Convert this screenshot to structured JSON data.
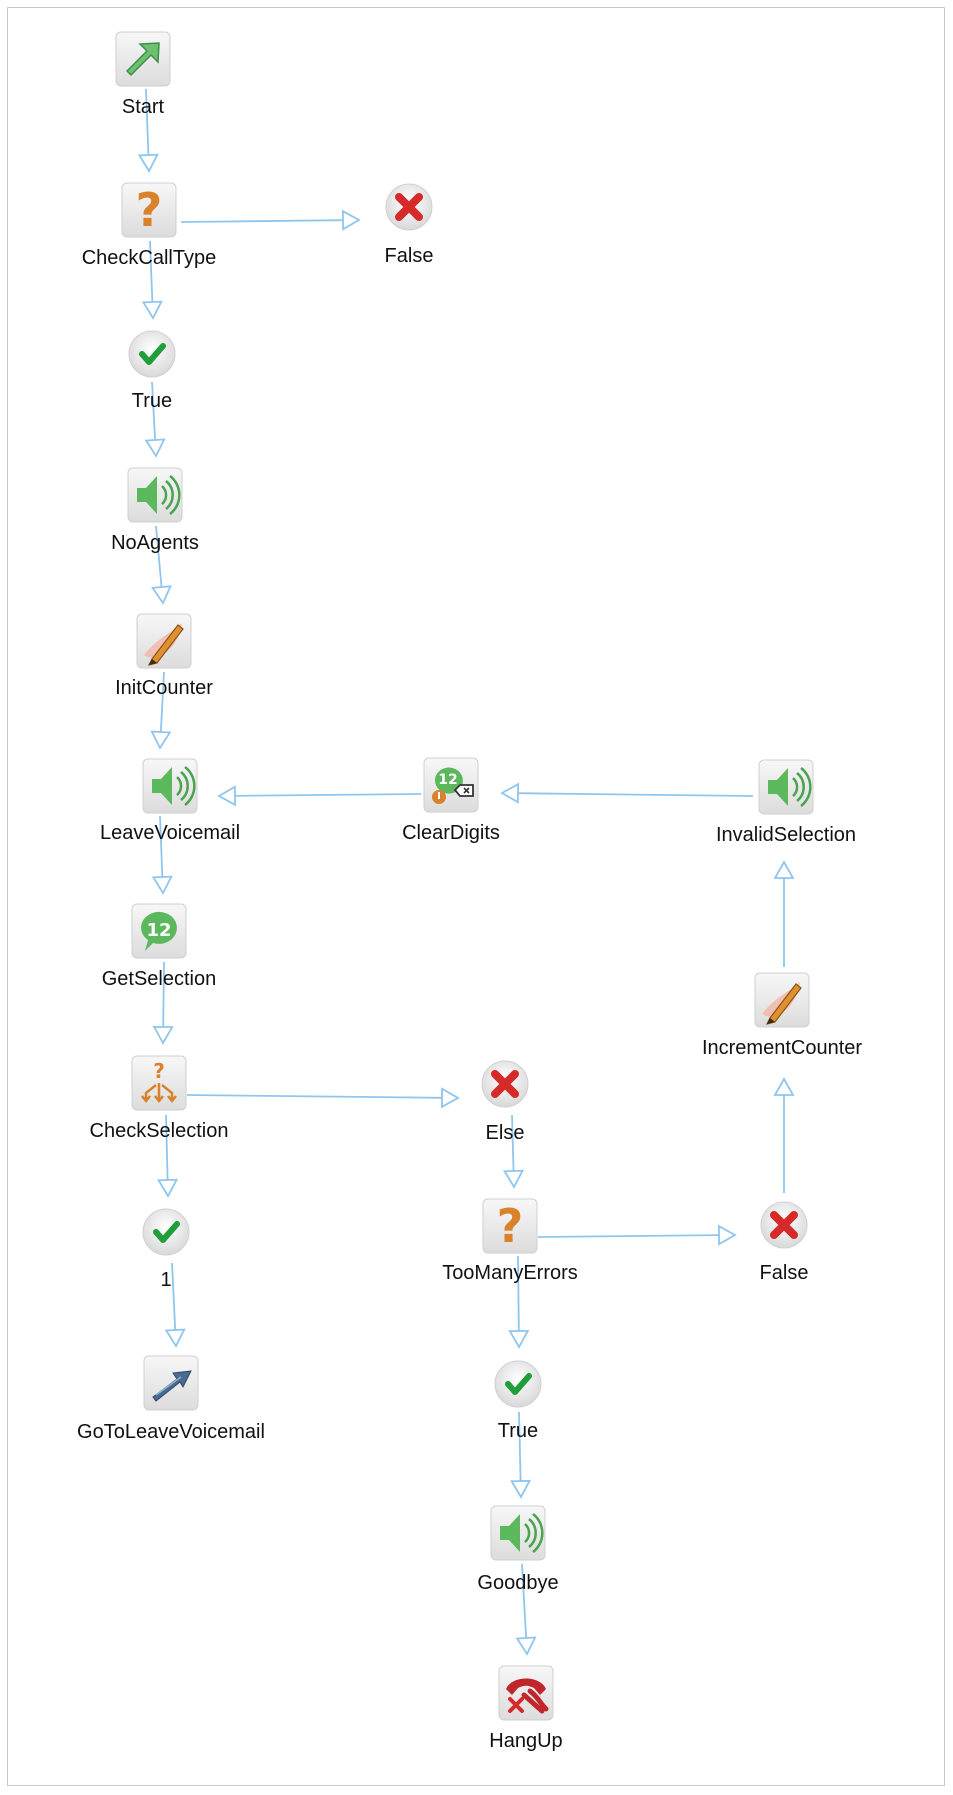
{
  "diagram": {
    "nodes": [
      {
        "id": "start",
        "label": "Start",
        "icon": "start-arrow-icon"
      },
      {
        "id": "checkcalltype",
        "label": "CheckCallType",
        "icon": "question-icon"
      },
      {
        "id": "false1",
        "label": "False",
        "icon": "red-x-icon"
      },
      {
        "id": "true1",
        "label": "True",
        "icon": "green-check-icon"
      },
      {
        "id": "noagents",
        "label": "NoAgents",
        "icon": "speaker-icon"
      },
      {
        "id": "initcounter",
        "label": "InitCounter",
        "icon": "pencil-icon"
      },
      {
        "id": "leavevoicemail",
        "label": "LeaveVoicemail",
        "icon": "speaker-icon"
      },
      {
        "id": "cleardigits",
        "label": "ClearDigits",
        "icon": "clear-digits-icon"
      },
      {
        "id": "invalidselection",
        "label": "InvalidSelection",
        "icon": "speaker-icon"
      },
      {
        "id": "getselection",
        "label": "GetSelection",
        "icon": "digits-bubble-icon"
      },
      {
        "id": "incrementcounter",
        "label": "IncrementCounter",
        "icon": "pencil-icon"
      },
      {
        "id": "checkselection",
        "label": "CheckSelection",
        "icon": "branch-question-icon"
      },
      {
        "id": "else",
        "label": "Else",
        "icon": "red-x-icon"
      },
      {
        "id": "one",
        "label": "1",
        "icon": "green-check-icon"
      },
      {
        "id": "toomanyerrors",
        "label": "TooManyErrors",
        "icon": "question-icon"
      },
      {
        "id": "false2",
        "label": "False",
        "icon": "red-x-icon"
      },
      {
        "id": "gotoleavevoicemail",
        "label": "GoToLeaveVoicemail",
        "icon": "goto-arrow-icon"
      },
      {
        "id": "true2",
        "label": "True",
        "icon": "green-check-icon"
      },
      {
        "id": "goodbye",
        "label": "Goodbye",
        "icon": "speaker-icon"
      },
      {
        "id": "hangup",
        "label": "HangUp",
        "icon": "hangup-icon"
      }
    ],
    "edges": [
      {
        "from": "start",
        "to": "checkcalltype"
      },
      {
        "from": "checkcalltype",
        "to": "false1"
      },
      {
        "from": "checkcalltype",
        "to": "true1"
      },
      {
        "from": "true1",
        "to": "noagents"
      },
      {
        "from": "noagents",
        "to": "initcounter"
      },
      {
        "from": "initcounter",
        "to": "leavevoicemail"
      },
      {
        "from": "leavevoicemail",
        "to": "getselection"
      },
      {
        "from": "getselection",
        "to": "checkselection"
      },
      {
        "from": "checkselection",
        "to": "one"
      },
      {
        "from": "checkselection",
        "to": "else"
      },
      {
        "from": "one",
        "to": "gotoleavevoicemail"
      },
      {
        "from": "else",
        "to": "toomanyerrors"
      },
      {
        "from": "toomanyerrors",
        "to": "false2"
      },
      {
        "from": "toomanyerrors",
        "to": "true2"
      },
      {
        "from": "true2",
        "to": "goodbye"
      },
      {
        "from": "goodbye",
        "to": "hangup"
      },
      {
        "from": "false2",
        "to": "incrementcounter"
      },
      {
        "from": "incrementcounter",
        "to": "invalidselection"
      },
      {
        "from": "invalidselection",
        "to": "cleardigits"
      },
      {
        "from": "cleardigits",
        "to": "leavevoicemail"
      }
    ]
  },
  "colors": {
    "connector": "#8fc6ef",
    "tile_bg": "#e6e6e6",
    "circle_bg": "#ececec",
    "green": "#5cb85c",
    "orange": "#d9822b",
    "red": "#d62a2a",
    "check_green": "#1f9e3a",
    "goto_blue": "#4a6b8f"
  }
}
